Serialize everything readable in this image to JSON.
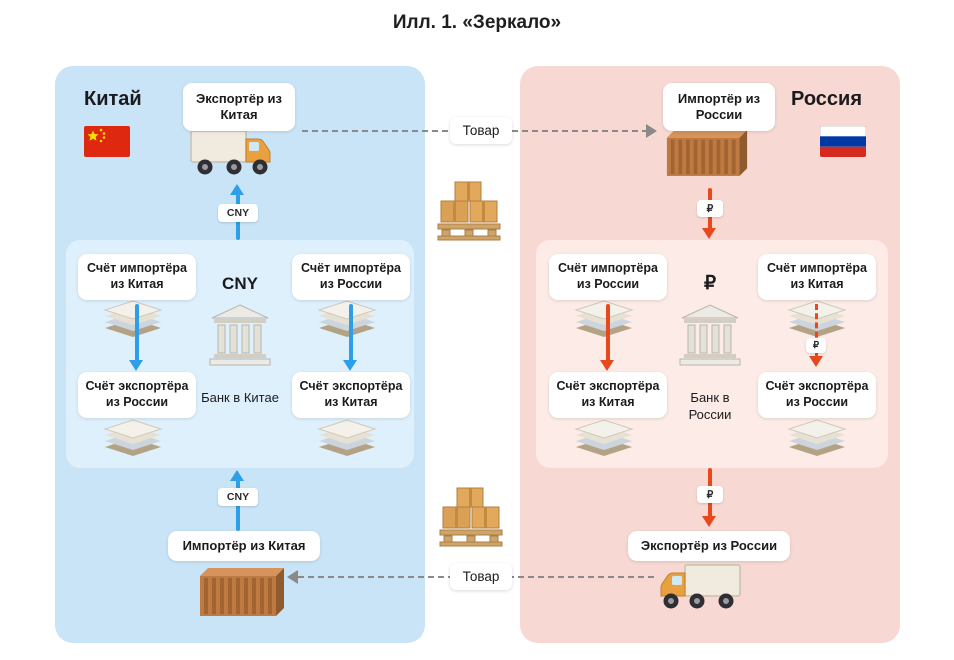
{
  "title": "Илл. 1. «Зеркало»",
  "center": {
    "goods_top": "Товар",
    "goods_bottom": "Товар"
  },
  "china": {
    "country": "Китай",
    "exporter": "Экспортёр из Китая",
    "importer": "Импортёр из Китая",
    "currency_center": "CNY",
    "flow_label_top": "CNY",
    "flow_label_bottom": "CNY",
    "bank": "Банк в Китае",
    "accounts": {
      "top_left": "Счёт импортёра из Китая",
      "top_right": "Счёт импортёра из России",
      "bottom_left": "Счёт экспортёра из России",
      "bottom_right": "Счёт экспортёра из Китая"
    }
  },
  "russia": {
    "country": "Россия",
    "importer": "Импортёр из России",
    "exporter": "Экспортёр из России",
    "currency_center": "₽",
    "flow_label_top": "₽",
    "flow_label_inner": "₽",
    "flow_label_bottom": "₽",
    "bank": "Банк в России",
    "accounts": {
      "top_left": "Счёт импортёра из России",
      "top_right": "Счёт импортёра из Китая",
      "bottom_left": "Счёт экспортёра из Китая",
      "bottom_right": "Счёт экспортёра из России"
    }
  },
  "colors": {
    "china_panel": "#c9e4f7",
    "china_inner": "#def0fc",
    "russia_panel": "#f8d8d2",
    "russia_inner": "#fcebe6",
    "arrow_blue": "#2d9fe8",
    "arrow_red": "#e8491c",
    "goods_dash": "#8a8a8a",
    "text": "#1b1b1d"
  }
}
